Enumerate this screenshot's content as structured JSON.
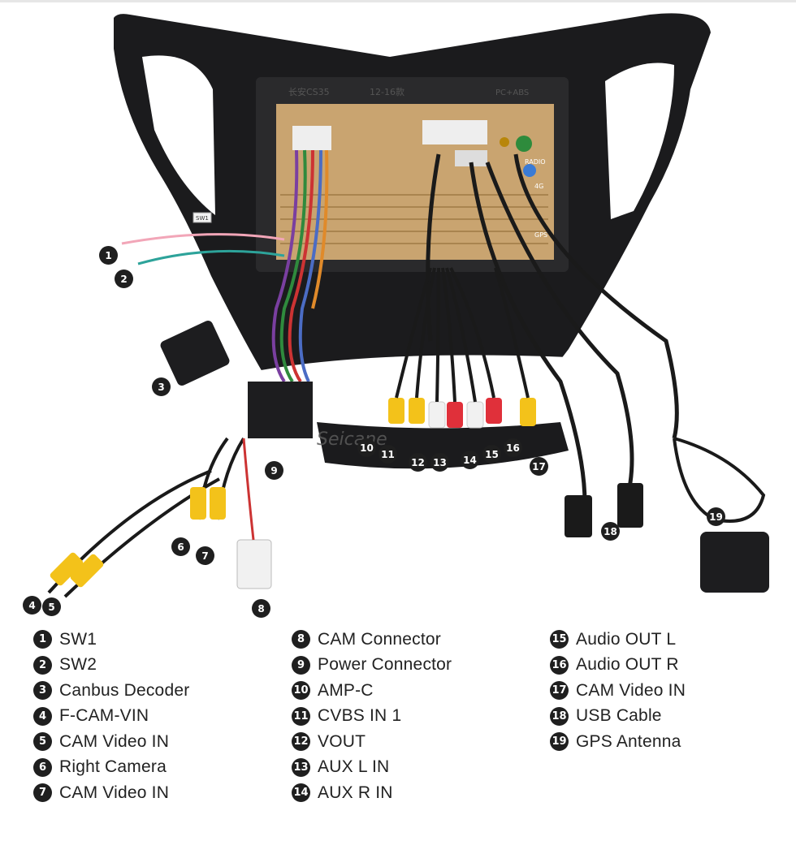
{
  "watermark": "Seicane",
  "panel_text": {
    "model": "长安CS35",
    "years": "12-16款",
    "material": "PC+ABS",
    "radio_label": "RADIO",
    "fourg_label": "4G",
    "gps_label": "GPS",
    "sw1_tag": "SW1"
  },
  "callouts": [
    "1",
    "2",
    "3",
    "4",
    "5",
    "6",
    "7",
    "8",
    "9",
    "10",
    "11",
    "12",
    "13",
    "14",
    "15",
    "16",
    "17",
    "18",
    "19"
  ],
  "legend": {
    "col1": [
      {
        "num": "1",
        "label": "SW1"
      },
      {
        "num": "2",
        "label": "SW2"
      },
      {
        "num": "3",
        "label": "Canbus Decoder"
      },
      {
        "num": "4",
        "label": "F-CAM-VIN"
      },
      {
        "num": "5",
        "label": "CAM Video IN"
      },
      {
        "num": "6",
        "label": "Right Camera"
      },
      {
        "num": "7",
        "label": "CAM Video IN"
      }
    ],
    "col2": [
      {
        "num": "8",
        "label": "CAM Connector"
      },
      {
        "num": "9",
        "label": "Power Connector"
      },
      {
        "num": "10",
        "label": "AMP-C"
      },
      {
        "num": "11",
        "label": "CVBS IN 1"
      },
      {
        "num": "12",
        "label": "VOUT"
      },
      {
        "num": "13",
        "label": "AUX L IN"
      },
      {
        "num": "14",
        "label": "AUX R IN"
      }
    ],
    "col3": [
      {
        "num": "15",
        "label": "Audio OUT L"
      },
      {
        "num": "16",
        "label": "Audio OUT R"
      },
      {
        "num": "17",
        "label": "CAM Video IN"
      },
      {
        "num": "18",
        "label": "USB Cable"
      },
      {
        "num": "19",
        "label": "GPS Antenna"
      }
    ]
  }
}
